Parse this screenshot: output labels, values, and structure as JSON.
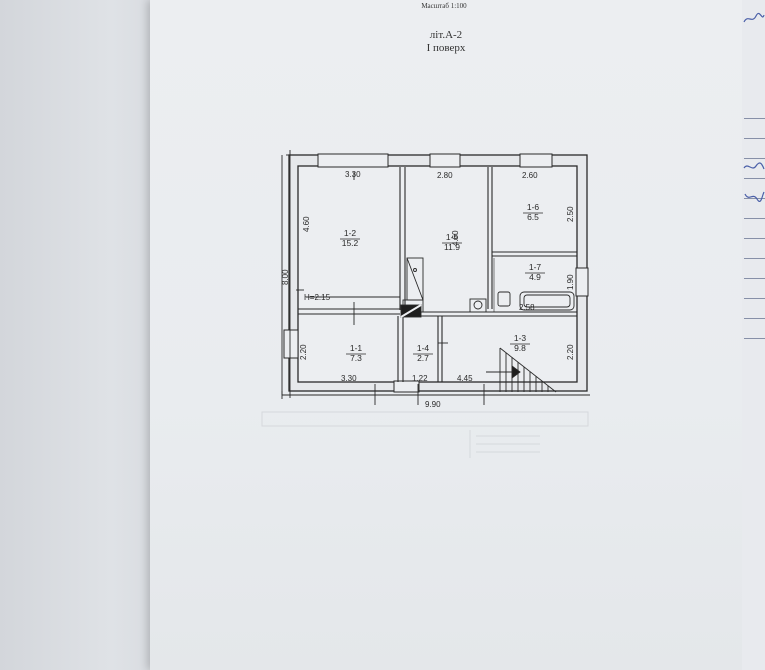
{
  "header": {
    "scale": "Масштаб 1:100",
    "litera": "літ.А-2",
    "floor": "І поверх"
  },
  "rooms": [
    {
      "id": "1-2",
      "area": "15.2"
    },
    {
      "id": "1-5",
      "area": "11.9"
    },
    {
      "id": "1-6",
      "area": "6.5"
    },
    {
      "id": "1-7",
      "area": "4.9"
    },
    {
      "id": "1-1",
      "area": "7.3"
    },
    {
      "id": "1-4",
      "area": "2.7"
    },
    {
      "id": "1-3",
      "area": "9.8"
    }
  ],
  "dimensions": {
    "top_1": "3.30",
    "top_2": "2.80",
    "top_3": "2.60",
    "left_upper": "4.60",
    "mid_1_5": "4.60",
    "right_1_6": "2.50",
    "right_1_7": "1.90",
    "bath_width": "2.58",
    "overall_height": "8.00",
    "left_lower": "2.20",
    "right_lower": "2.20",
    "bottom_1": "3.30",
    "bottom_2": "1.22",
    "bottom_3": "4.45",
    "overall_width": "9.90",
    "ceiling_height": "H=2.15"
  },
  "colors": {
    "paper": "#eceef1",
    "line": "#2a2a2a",
    "wall_fill": "#ececec"
  }
}
